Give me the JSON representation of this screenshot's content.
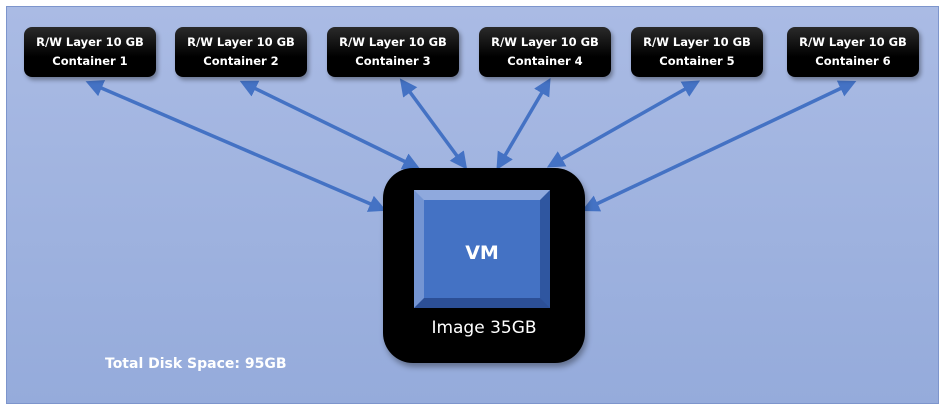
{
  "containers": [
    {
      "layer": "R/W Layer 10 GB",
      "name": "Container 1"
    },
    {
      "layer": "R/W Layer 10 GB",
      "name": "Container 2"
    },
    {
      "layer": "R/W Layer 10 GB",
      "name": "Container 3"
    },
    {
      "layer": "R/W Layer 10 GB",
      "name": "Container 4"
    },
    {
      "layer": "R/W Layer 10 GB",
      "name": "Container 5"
    },
    {
      "layer": "R/W Layer 10 GB",
      "name": "Container 6"
    }
  ],
  "vm": {
    "label": "VM",
    "image": "Image 35GB"
  },
  "total": "Total Disk Space: 95GB",
  "colors": {
    "background": "#a9bbe3",
    "arrow": "#4472c4",
    "box": "#000000"
  }
}
